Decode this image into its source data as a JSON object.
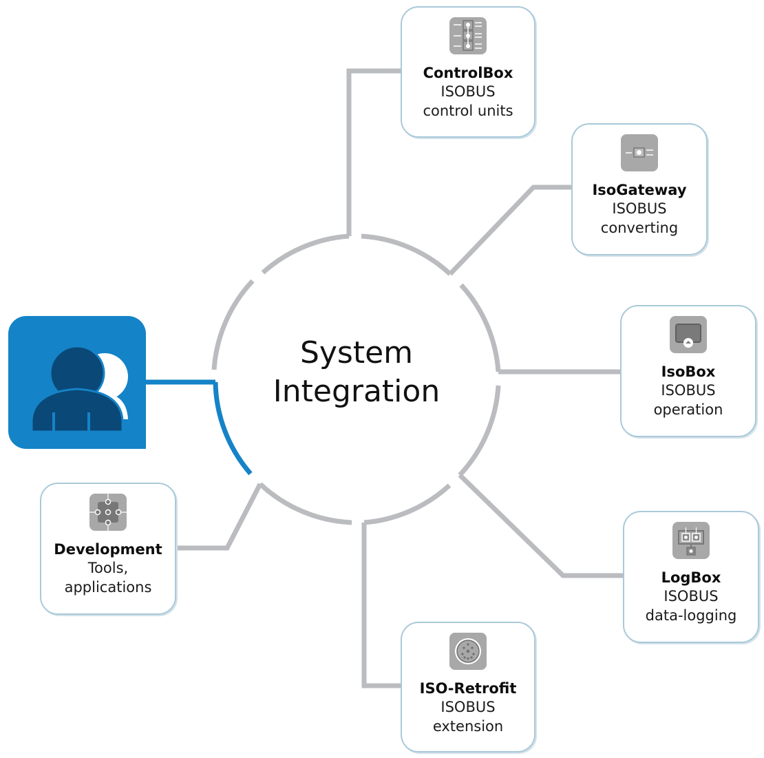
{
  "diagram": {
    "center": {
      "line1": "System",
      "line2": "Integration"
    },
    "user_tile": {
      "icon": "users-icon",
      "color": "#1583c7"
    },
    "nodes": [
      {
        "id": "controlbox",
        "title": "ControlBox",
        "lines": [
          "ISOBUS",
          "control units"
        ],
        "icon": "control-units-icon"
      },
      {
        "id": "isogateway",
        "title": "IsoGateway",
        "lines": [
          "ISOBUS",
          "converting"
        ],
        "icon": "gateway-icon"
      },
      {
        "id": "isobox",
        "title": "IsoBox",
        "lines": [
          "ISOBUS",
          "operation"
        ],
        "icon": "terminal-display-icon"
      },
      {
        "id": "logbox",
        "title": "LogBox",
        "lines": [
          "ISOBUS",
          "data-logging"
        ],
        "icon": "data-logger-icon"
      },
      {
        "id": "isoretrofit",
        "title": "ISO-Retrofit",
        "lines": [
          "ISOBUS",
          "extension"
        ],
        "icon": "connector-plug-icon"
      },
      {
        "id": "development",
        "title": "Development",
        "lines": [
          "Tools,",
          "applications"
        ],
        "icon": "development-chip-icon"
      }
    ],
    "colors": {
      "connector": "#babcbf",
      "highlight": "#1583c7",
      "card_border": "#a9c9d9",
      "icon_bg": "#a8a8a8"
    }
  }
}
